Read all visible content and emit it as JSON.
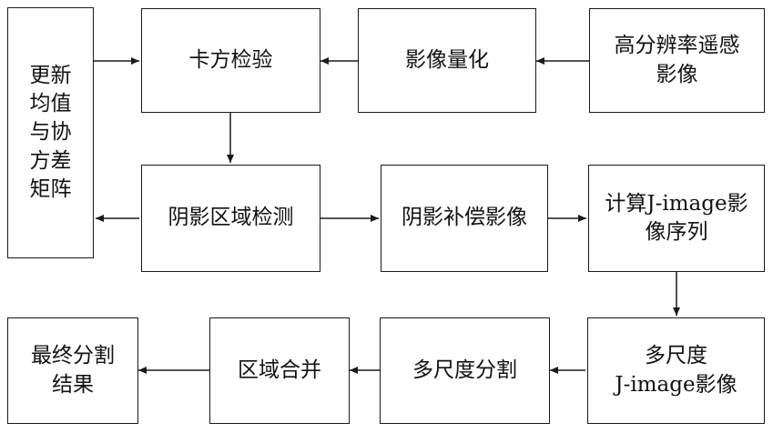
{
  "nodes": {
    "update_mean_cov": "更新\n均值\n与协\n方差\n矩阵",
    "chi_square_test": "卡方检验",
    "image_quantization": "影像量化",
    "hr_remote_image": "高分辨率遥感\n影像",
    "shadow_detection": "阴影区域检测",
    "shadow_compensation": "阴影补偿影像",
    "compute_jimage": "计算J-image影\n像序列",
    "multiscale_jimage": "多尺度\nJ-image影像",
    "multiscale_segmentation": "多尺度分割",
    "region_merge": "区域合并",
    "final_result": "最终分割\n结果"
  }
}
